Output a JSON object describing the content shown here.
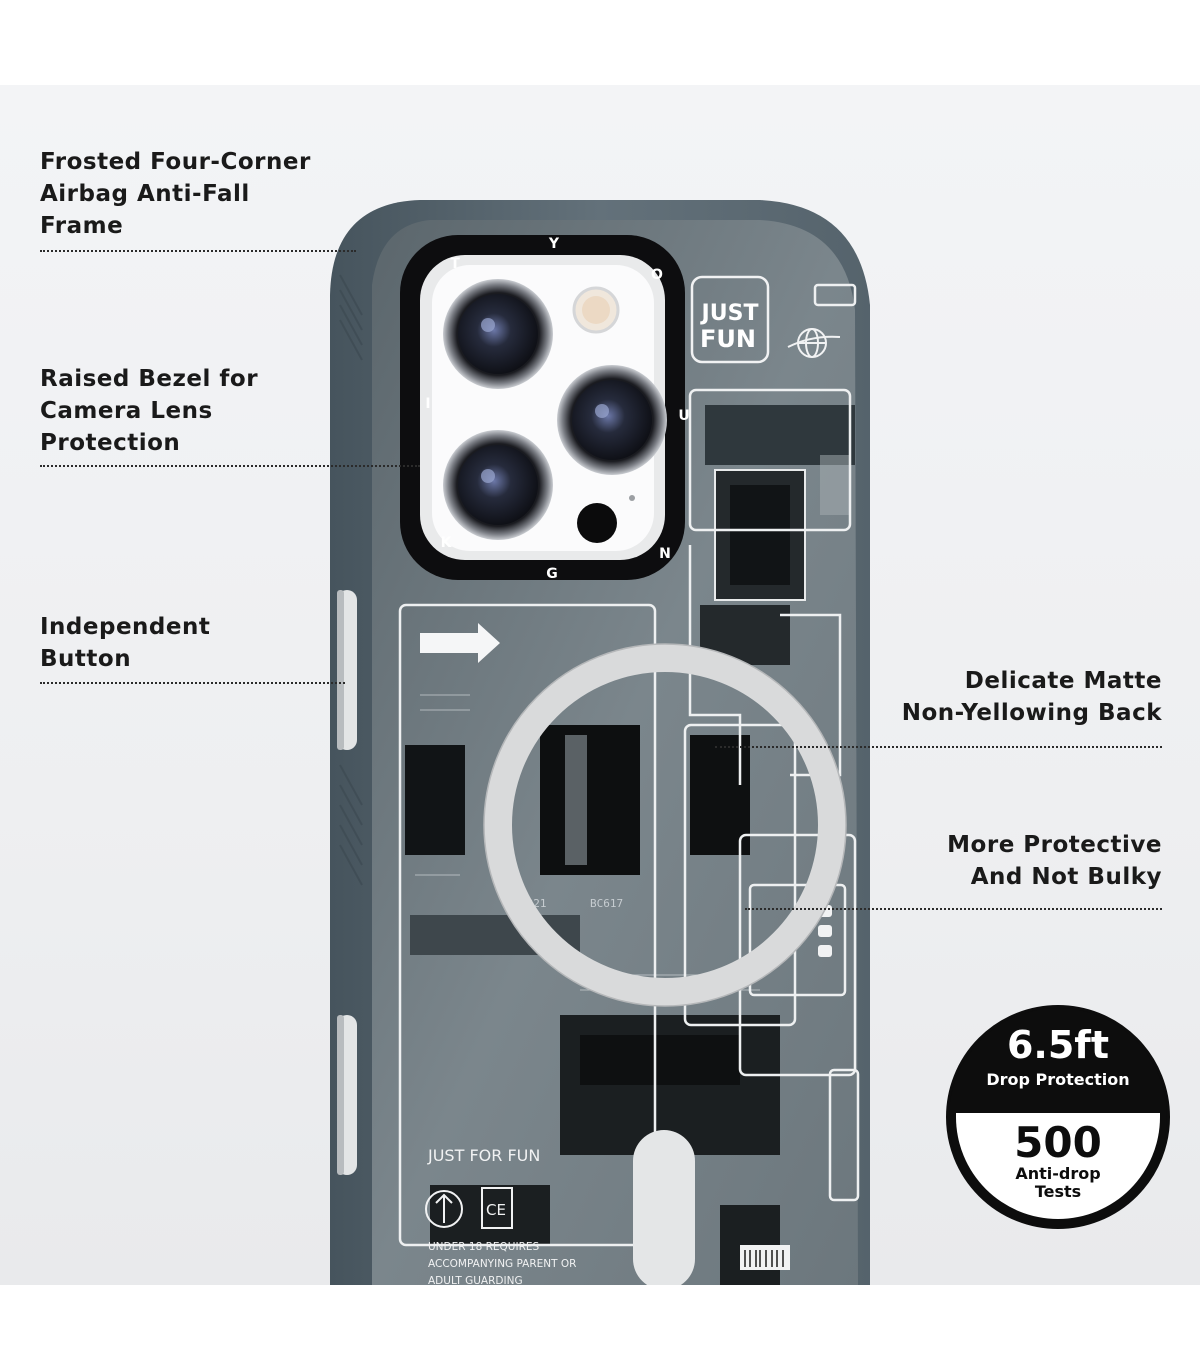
{
  "features": {
    "frame": "Frosted Four-Corner\nAirbag Anti-Fall\nFrame",
    "bezel": "Raised Bezel for\nCamera Lens\nProtection",
    "button": "Independent\nButton",
    "back": "Delicate Matte\nNon-Yellowing Back",
    "protective": "More Protective\nAnd Not Bulky"
  },
  "case_print": {
    "ring_letters": [
      "Y",
      "O",
      "U",
      "N",
      "G",
      "K",
      "I",
      "T"
    ],
    "logo_line1": "JUST",
    "logo_line2": "FUN",
    "brand_text": "JUST FOR FUN",
    "warning_line1": "UNDER 18 REQUIRES",
    "warning_line2": "ACCOMPANYING PARENT OR",
    "warning_line3": "ADULT GUARDING",
    "ce_mark": "CE",
    "chip_label_1": "0921",
    "chip_label_2": "BC617"
  },
  "badge": {
    "distance": "6.5ft",
    "distance_label": "Drop Protection",
    "count": "500",
    "count_label_1": "Anti-drop",
    "count_label_2": "Tests"
  },
  "colors": {
    "case_frame": "#5c6a73",
    "case_back": "#7b868c",
    "magsafe_ring": "#d9dadb",
    "badge_dark": "#0d0d0d"
  }
}
